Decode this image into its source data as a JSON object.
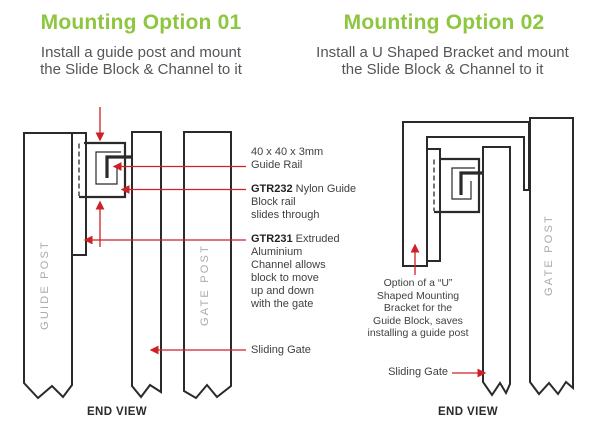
{
  "colors": {
    "accent_green": "#8dc63f",
    "annotation_red": "#cd2127",
    "line_dark": "#2b2a29",
    "post_label_gray": "#a8aaad",
    "body_text_gray": "#55565a",
    "annotation_text": "#414042"
  },
  "option1": {
    "title": "Mounting Option 01",
    "subtitle_line1": "Install a guide post and mount",
    "subtitle_line2": "the Slide Block & Channel to it",
    "guide_post_label": "GUIDE POST",
    "gate_post_label": "GATE POST",
    "end_view_label": "END VIEW",
    "annotations": {
      "guide_rail_line1": "40 x 40 x 3mm",
      "guide_rail_line2": "Guide Rail",
      "block_code": "GTR232",
      "block_line1_rest": " Nylon Guide",
      "block_line2": "Block rail",
      "block_line3": "slides through",
      "channel_code": "GTR231",
      "channel_line1_rest": " Extruded",
      "channel_line2": "Aluminium",
      "channel_line3": "Channel allows",
      "channel_line4": "block to move",
      "channel_line5": "up and down",
      "channel_line6": "with the gate",
      "sliding_gate": "Sliding Gate"
    }
  },
  "option2": {
    "title": "Mounting Option 02",
    "subtitle_line1": "Install a U Shaped Bracket and mount",
    "subtitle_line2": "the Slide Block & Channel to it",
    "gate_post_label": "GATE POST",
    "end_view_label": "END VIEW",
    "note_line1": "Option of a “U”",
    "note_line2": "Shaped Mounting",
    "note_line3": "Bracket for the",
    "note_line4": "Guide Block, saves",
    "note_line5": "installing a guide post",
    "sliding_gate": "Sliding Gate"
  }
}
